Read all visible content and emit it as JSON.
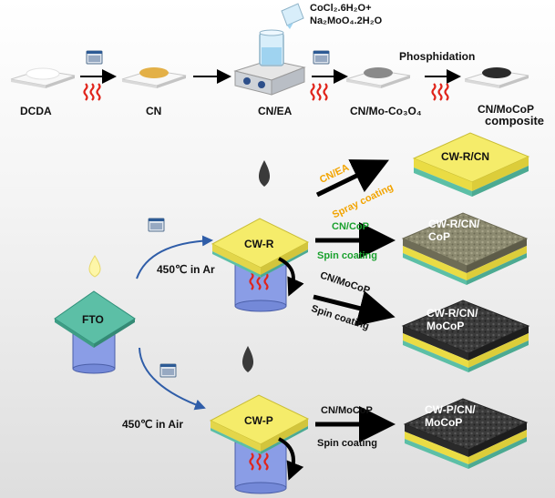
{
  "top_process": {
    "reagents_line1": "CoCl₂.6H₂O+",
    "reagents_line2": "Na₂MoO₄.2H₂O",
    "phosphidation": "Phosphidation",
    "step1": "DCDA",
    "step2": "CN",
    "step3": "CN/EA",
    "step4": "CN/Mo-Co₃O₄",
    "step5_line1": "CN/MoCoP",
    "step5_line2": "composite"
  },
  "lower_process": {
    "substrate": "FTO",
    "anneal_ar": "450℃ in Ar",
    "anneal_air": "450℃ in Air",
    "cw_r": "CW-R",
    "cw_p": "CW-P",
    "route1_material": "CN/EA",
    "route1_method": "Spray coating",
    "route2_material": "CN/CoP",
    "route2_method": "Spin coating",
    "route3_material": "CN/MoCoP",
    "route3_method": "Spin coating",
    "route4_material": "CN/MoCoP",
    "route4_method": "Spin coating",
    "product1": "CW-R/CN",
    "product2_line1": "CW-R/CN/",
    "product2_line2": "CoP",
    "product3_line1": "CW-R/CN/",
    "product3_line2": "MoCoP",
    "product4_line1": "CW-P/CN/",
    "product4_line2": "MoCoP"
  },
  "colors": {
    "heat": "#e0241b",
    "spray_text": "#f2a400",
    "spin_cop_text": "#1aa12e",
    "fto": "#5cbfa6",
    "cw_layer": "#f5ec6a",
    "beaker": "#7f8fd6"
  },
  "icons": [
    "furnace-icon",
    "heat-icon",
    "hotplate-stirrer-icon",
    "beaker-icon",
    "droplet-icon",
    "rotation-arrow-icon"
  ]
}
